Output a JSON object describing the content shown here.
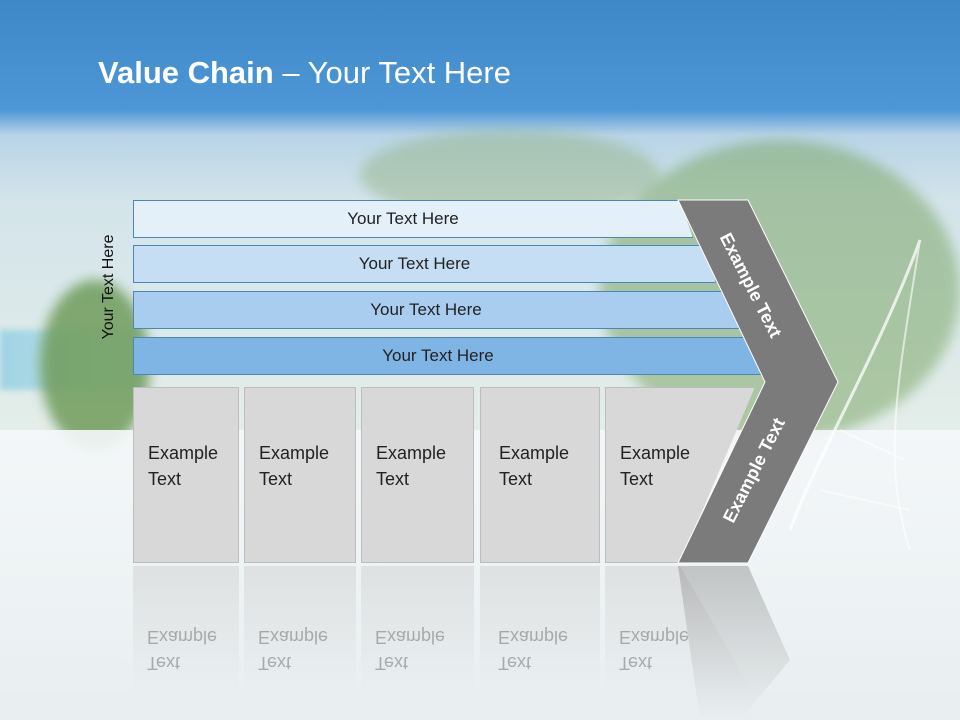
{
  "title": {
    "bold": "Value Chain",
    "rest": " – Your Text Here"
  },
  "side_label": "Your Text Here",
  "bars": [
    {
      "label": "Your Text Here",
      "color": "#e3eff9"
    },
    {
      "label": "Your Text Here",
      "color": "#c6def3"
    },
    {
      "label": "Your Text Here",
      "color": "#a9cdee"
    },
    {
      "label": "Your Text Here",
      "color": "#7fb5e4"
    }
  ],
  "boxes": [
    {
      "line1": "Example",
      "line2": "Text"
    },
    {
      "line1": "Example",
      "line2": "Text"
    },
    {
      "line1": "Example",
      "line2": "Text"
    },
    {
      "line1": "Example",
      "line2": "Text"
    },
    {
      "line1": "Example",
      "line2": "Text"
    }
  ],
  "arrow": {
    "upper": "Example Text",
    "lower": "Example Text",
    "color": "#7b7b7b"
  }
}
